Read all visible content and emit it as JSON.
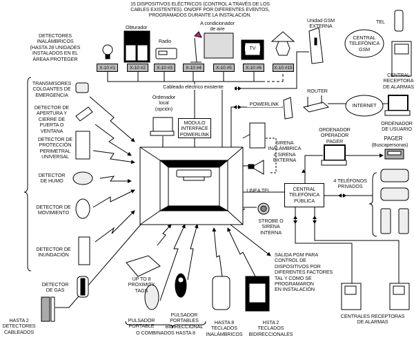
{
  "title": "15 DISPOSITIVOS ELÉCTRICOS (CONTROL A TRAVÉS DE LOS\nCABLES EXISTENTES). ON/OFF POR DIFERENTES EVENTOS,\nPROGRAMADOS DURANTE LA INSTALACIÓN.",
  "appliances": {
    "obturador": "Obturador",
    "radio": "Radio",
    "aire": "A condicionador\nde aire",
    "tv": "TV"
  },
  "x10_modules": [
    "X-10 #1",
    "X-10 #2",
    "X-10 #3",
    "X-10 #4",
    "X-10 #5",
    "X-10 #6",
    "X-10 #15"
  ],
  "wiring_label": "Cableado eléctrico existente",
  "wireless_group_label": "DETECTORES\nINALÁMBRICOS\n(HASTA 28 UNIDADES\nINSTALADOS EN EL\nÁREAA PROTEGER",
  "detectors": [
    "TRANSMISORES\nCOLGANTES DE\nEMERGENCIA",
    "DETECTOR DE\nAPERTURA Y\nCIERRE DE\nPUERTA O\nVENTANA",
    "DETECTOR DE\nPROTECCIÓN\nPERIMETRAL\nUNIVERSAL",
    "DETECTOR\nDE HUMO",
    "DETECTOR DE\nMOVIMIENTO",
    "DETECTOR DE\nINUNDACIÓN",
    "DETECTOR\nDE GAS"
  ],
  "wired_detectors": "HASTA 2\nDETECTORES\nCABLEADOS",
  "local_computer": "Ordenador\nlocal\n(opción)",
  "powerlink_module": "MODULO\nINTERFACE\nPOWERLINK",
  "gsm_unit": "Unidad GSM\nEXTERNA",
  "gsm_central": "CENTRAL\nTELEFÓNICA\nGSM",
  "tel": "TEL",
  "alarm_receiver": "CENTRAL\nRECEPTORA\nDE ALARMAS",
  "router": "ROUTER",
  "powerlink": "POWERLINK",
  "internet": "INTERNET",
  "user_computer": "ORDENADOR\nDE USUARIO",
  "operator_computer": "ORDENADOR\nOPERADOR\nPAGER",
  "pager": "PAGER",
  "pager_sub": "(Buscapersonas)",
  "siren": "SIRENA\nINALÁMBRICA\no SIRENA\nEXTERNA",
  "phone_line": "LINEA TEL",
  "public_exchange": "CENTRAL\nTELEFÓNICA\nPÚBLICA",
  "private_phones": "4 TELÉFONOS\nPRIVADOS",
  "strobe": "STROBE O\nSIRENA\nINTERNA",
  "pgm_output": "SALIDA PGM PARA\nCONTROL DE\nDISPOSITIVOS POR\nDIFERENTES FACTORES\nTAL Y COMO SE\nPROGRAMARON\nEN INSTALACIÓN",
  "receivers": "CENTRALES RECEPTORAS\nDE ALARMAS",
  "prox_tags": "UP TO 8\nPROXIMITY\nTAGS",
  "keyfob": "PULSADOR\nPORTABLE",
  "keyfob_bidir": "PULSADOR\nPORTABLES\nBIDIRECCIONAL",
  "combined": "O COMBINADOS HASTA 8",
  "keypads_wireless": "HASTA 8\nTECLADOS\nINALÁMBRICOS",
  "keypads_bidir": "HSTA 2\nTECLADOS\nBIDIRECCIONALES"
}
